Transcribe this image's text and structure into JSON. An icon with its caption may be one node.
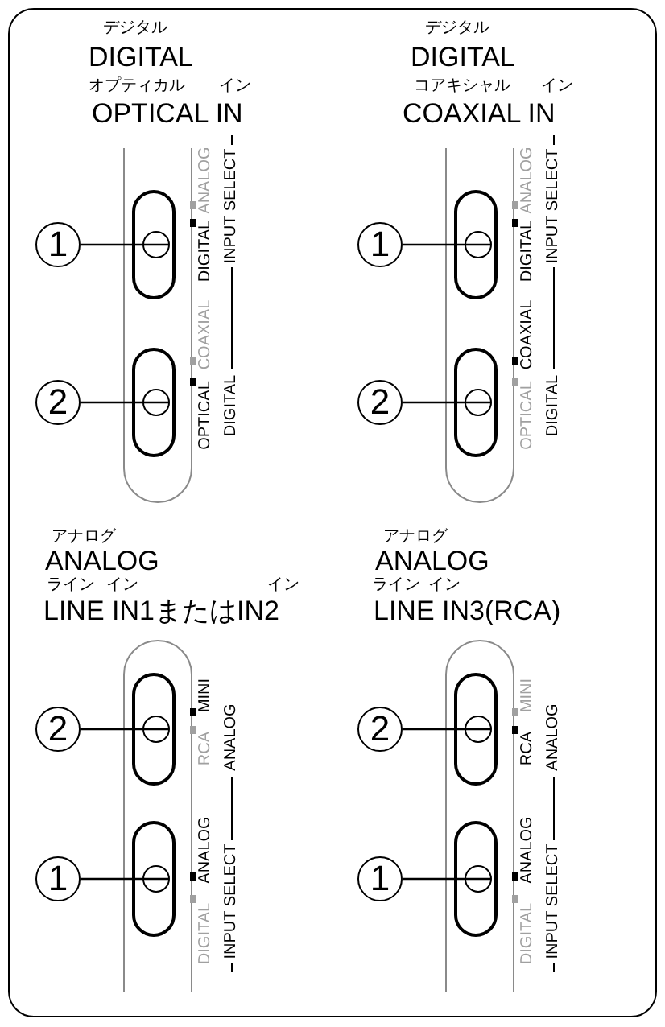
{
  "diagram": {
    "nodes": [
      {
        "text": [
          "1"
        ]
      },
      {
        "text": [],
        "shape": "switch"
      },
      {
        "text": [
          "2"
        ]
      },
      {
        "text": [],
        "shape": "switch"
      },
      {
        "text": [
          "1"
        ]
      },
      {
        "text": [],
        "shape": "switch"
      },
      {
        "text": [
          "2"
        ]
      },
      {
        "text": [],
        "shape": "switch"
      },
      {
        "text": [
          "2"
        ]
      },
      {
        "text": [],
        "shape": "switch"
      },
      {
        "text": [
          "1"
        ]
      },
      {
        "text": [],
        "shape": "switch"
      },
      {
        "text": [
          "2"
        ]
      },
      {
        "text": [],
        "shape": "switch"
      },
      {
        "text": [
          "1"
        ]
      },
      {
        "text": [],
        "shape": "switch"
      }
    ],
    "edges": [
      {
        "from": 0,
        "to": 1,
        "arrow": "none"
      },
      {
        "from": 2,
        "to": 3,
        "arrow": "none"
      },
      {
        "from": 4,
        "to": 5,
        "arrow": "none"
      },
      {
        "from": 6,
        "to": 7,
        "arrow": "none"
      },
      {
        "from": 8,
        "to": 9,
        "arrow": "none"
      },
      {
        "from": 10,
        "to": 11,
        "arrow": "none"
      },
      {
        "from": 12,
        "to": 13,
        "arrow": "none"
      },
      {
        "from": 14,
        "to": 15,
        "arrow": "none"
      }
    ],
    "labels": [
      "デジタル",
      "DIGITAL",
      "オプティカル",
      "イン",
      "OPTICAL IN",
      "ANALOG",
      "DIGITAL",
      "COAXIAL",
      "OPTICAL",
      "INPUT SELECT",
      "DIGITAL",
      "デジタル",
      "DIGITAL",
      "コアキシャル",
      "イン",
      "COAXIAL IN",
      "ANALOG",
      "DIGITAL",
      "COAXIAL",
      "OPTICAL",
      "INPUT SELECT",
      "DIGITAL",
      "アナログ",
      "ANALOG",
      "ライン",
      "イン",
      "イン",
      "LINE IN1またはIN2",
      "MINI",
      "RCA",
      "ANALOG",
      "ANALOG",
      "DIGITAL",
      "INPUT SELECT",
      "アナログ",
      "ANALOG",
      "ライン",
      "イン",
      "LINE IN3(RCA)",
      "MINI",
      "RCA",
      "ANALOG",
      "ANALOG",
      "DIGITAL",
      "INPUT SELECT"
    ]
  }
}
